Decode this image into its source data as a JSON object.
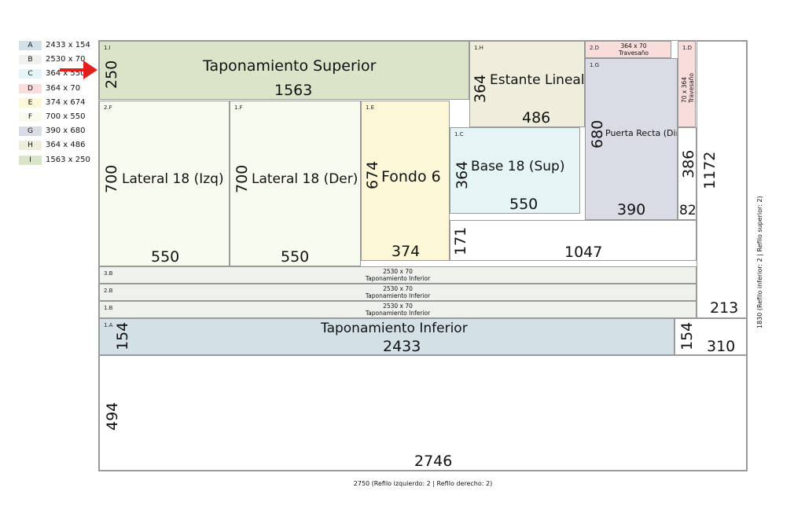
{
  "legend": [
    {
      "letter": "A",
      "dims": "2433 x 154",
      "color": "#d3e1e6"
    },
    {
      "letter": "B",
      "dims": "2530 x 70",
      "color": "#eef1ec"
    },
    {
      "letter": "C",
      "dims": "364 x 550",
      "color": "#e5f4f4"
    },
    {
      "letter": "D",
      "dims": "364 x 70",
      "color": "#f9dcdc"
    },
    {
      "letter": "E",
      "dims": "374 x 674",
      "color": "#fcf7d6"
    },
    {
      "letter": "F",
      "dims": "700 x 550",
      "color": "#f8fbef"
    },
    {
      "letter": "G",
      "dims": "390 x 680",
      "color": "#d9dce4"
    },
    {
      "letter": "H",
      "dims": "364 x 486",
      "color": "#efeddb"
    },
    {
      "letter": "I",
      "dims": "1563 x 250",
      "color": "#d9e4c8"
    }
  ],
  "pieces": {
    "p1I": {
      "tag": "1.I",
      "name": "Taponamiento Superior",
      "w": "1563",
      "h": "250"
    },
    "p1H": {
      "tag": "1.H",
      "name": "Estante Lineal",
      "w": "486",
      "h": "364"
    },
    "p2D": {
      "tag": "2.D",
      "dims": "364 x 70",
      "name": "Travesaño"
    },
    "p1D": {
      "tag": "1.D",
      "dims": "70 x 364",
      "name": "Travesaño"
    },
    "p1G": {
      "tag": "1.G",
      "name": "Puerta Recta (Dir)",
      "w": "390",
      "h": "680"
    },
    "p2F": {
      "tag": "2.F",
      "name": "Lateral 18 (Izq)",
      "w": "550",
      "h": "700"
    },
    "p1F": {
      "tag": "1.F",
      "name": "Lateral 18 (Der)",
      "w": "550",
      "h": "700"
    },
    "p1E": {
      "tag": "1.E",
      "name": "Fondo 6",
      "w": "374",
      "h": "674"
    },
    "p1C": {
      "tag": "1.C",
      "name": "Base 18  (Sup)",
      "w": "550",
      "h": "364"
    },
    "p3B": {
      "tag": "3.B",
      "dims": "2530 x 70",
      "name": "Taponamiento Inferior"
    },
    "p2B": {
      "tag": "2.B",
      "dims": "2530 x 70",
      "name": "Taponamiento Inferior"
    },
    "p1B": {
      "tag": "1.B",
      "dims": "2530 x 70",
      "name": "Taponamiento Inferior"
    },
    "p1A": {
      "tag": "1.A",
      "name": "Taponamiento Inferior",
      "w": "2433",
      "h": "154"
    }
  },
  "waste": {
    "w386": {
      "h": "386",
      "w": "82"
    },
    "w171": {
      "h": "171",
      "w": "1047"
    },
    "w1172": {
      "h": "1172",
      "w": "213"
    },
    "w154": {
      "h": "154",
      "w": "310"
    },
    "w494": {
      "h": "494",
      "w": "2746"
    }
  },
  "footer": "2750 (Refilo izquierdo: 2  | Refilo derecho: 2)",
  "side_label": "1830 (Refilo inferior: 2 | Refilo superior: 2)",
  "arrow_color": "#e0201b"
}
